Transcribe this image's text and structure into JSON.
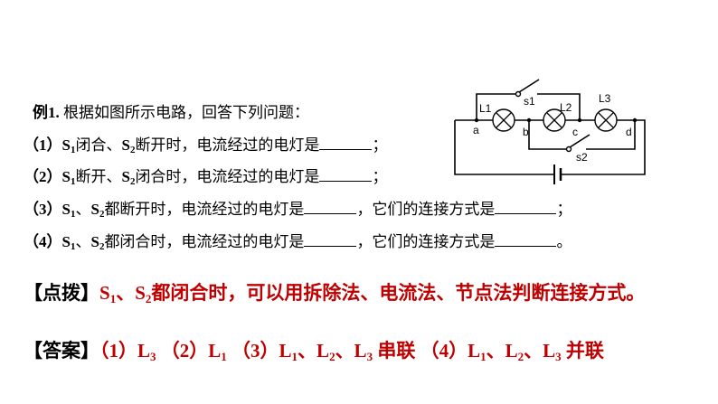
{
  "question": {
    "title_num": "例1.",
    "title_text": "根据如图所示电路，回答下列问题：",
    "q1": {
      "num": "（1）",
      "s": "S",
      "s1sub": "1",
      "a": "闭合、",
      "s2sub": "2",
      "b": "断开时，电流经过的电灯是",
      "end": "；"
    },
    "q2": {
      "num": "（2）",
      "s": "S",
      "s1sub": "1",
      "a": "断开、",
      "s2sub": "2",
      "b": "闭合时，电流经过的电灯是",
      "end": "；"
    },
    "q3": {
      "num": "（3）",
      "s": "S",
      "s1sub": "1",
      "a": "、",
      "s2sub": "2",
      "b": "都断开时，电流经过的电灯是",
      "c": "，它们的连接方式是",
      "end": "；"
    },
    "q4": {
      "num": "（4）",
      "s": "S",
      "s1sub": "1",
      "a": "、",
      "s2sub": "2",
      "b": "都闭合时，电流经过的电灯是",
      "c": "，它们的连接方式是",
      "end": "。"
    }
  },
  "circuit": {
    "L1": "L1",
    "L2": "L2",
    "L3": "L3",
    "S1": "s1",
    "S2": "s2",
    "a": "a",
    "b": "b",
    "c": "c",
    "d": "d"
  },
  "hint": {
    "label": "【点拨】",
    "s": "S",
    "sub1": "1",
    "sep": "、",
    "sub2": "2",
    "text": "都闭合时，可以用拆除法、电流法、节点法判断连接方式。"
  },
  "answer": {
    "label": "【答案】",
    "a1": "（1）L",
    "a1sub": "3",
    "a2": "（2）L",
    "a2sub": "1",
    "a3": "（3）L",
    "a3sub1": "1",
    "a3s2": "、L",
    "a3sub2": "2",
    "a3s3": "、L",
    "a3sub3": "3",
    "a3conn": "串联",
    "a4": "（4）L",
    "a4sub1": "1",
    "a4s2": "、L",
    "a4sub2": "2",
    "a4s3": "、L",
    "a4sub3": "3",
    "a4conn": "并联"
  },
  "colors": {
    "accent": "#c00000"
  }
}
